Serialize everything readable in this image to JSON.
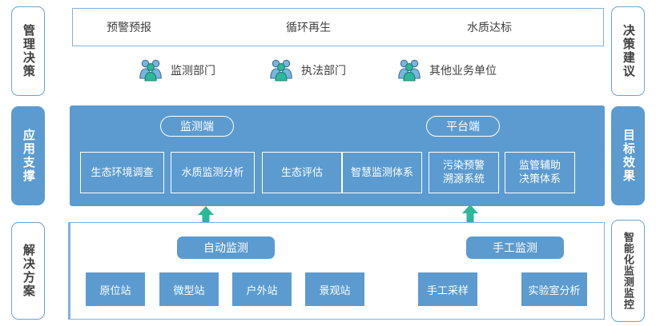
{
  "left_labels": [
    {
      "text": "管理决策",
      "style": "white"
    },
    {
      "text": "应用支撑",
      "style": "blue"
    },
    {
      "text": "解决方案",
      "style": "white"
    }
  ],
  "right_labels": [
    {
      "text": "决策建议",
      "style": "white"
    },
    {
      "text": "目标效果",
      "style": "blue"
    },
    {
      "text": "智能化监测监控",
      "style": "white"
    }
  ],
  "top_section": {
    "goals": [
      "预警预报",
      "循环再生",
      "水质达标"
    ],
    "actors": [
      {
        "icon": "people-group-icon",
        "label": "监测部门"
      },
      {
        "icon": "people-group-icon",
        "label": "执法部门"
      },
      {
        "icon": "people-group-icon",
        "label": "其他业务单位"
      }
    ]
  },
  "middle_section": {
    "headings": [
      "监测端",
      "平台端"
    ],
    "cards": [
      "生态环境调查",
      "水质监测分析",
      "生态评估",
      "智慧监测体系",
      "污染预警\n溯源系统",
      "监管辅助\n决策体系"
    ]
  },
  "arrows": [
    {
      "icon": "up-arrow-icon",
      "color": "#2db89a"
    },
    {
      "icon": "up-arrow-icon",
      "color": "#2db89a"
    }
  ],
  "bottom_section": {
    "headings": [
      "自动监测",
      "手工监测"
    ],
    "cards": [
      "原位站",
      "微型站",
      "户外站",
      "景观站",
      "手工采样",
      "实验室分析"
    ]
  },
  "colors": {
    "panel_blue": "#5b9bd0",
    "border_blue": "#7fb2da",
    "accent_green": "#2db89a",
    "icon_blue": "#4f8dbf",
    "text_dark": "#3f3f3f",
    "white": "#ffffff"
  }
}
